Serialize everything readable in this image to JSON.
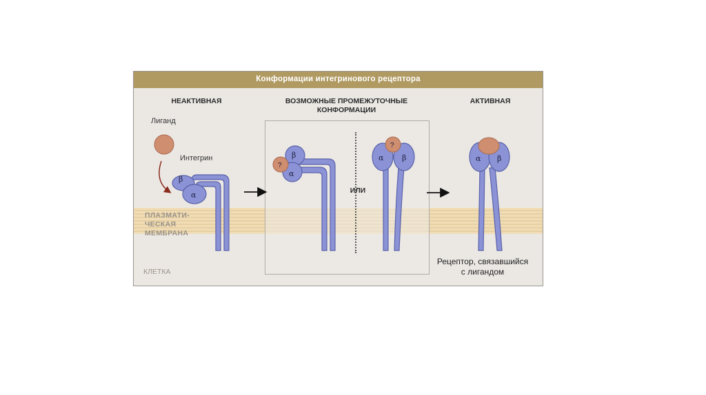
{
  "title": "Конформации интегринового рецептора",
  "columns": {
    "inactive": "НЕАКТИВНАЯ",
    "intermediate": "ВОЗМОЖНЫЕ ПРОМЕЖУТОЧНЫЕ КОНФОРМАЦИИ",
    "active": "АКТИВНАЯ"
  },
  "labels": {
    "ligand": "Лиганд",
    "integrin": "Интегрин",
    "or": "ИЛИ",
    "membrane_line1": "ПЛАЗМАТИ-",
    "membrane_line2": "ЧЕСКАЯ",
    "membrane_line3": "МЕМБРАНА",
    "cell": "КЛЕТКА",
    "receptor_line1": "Рецептор, связавшийся",
    "receptor_line2": "с лигандом"
  },
  "symbols": {
    "alpha": "α",
    "beta": "β",
    "question": "?"
  },
  "colors": {
    "header": "#b09a62",
    "integrin_fill": "#8b93d6",
    "integrin_stroke": "#5a62a8",
    "ligand": "#cf8e70",
    "membrane": "#f1d9a9"
  }
}
